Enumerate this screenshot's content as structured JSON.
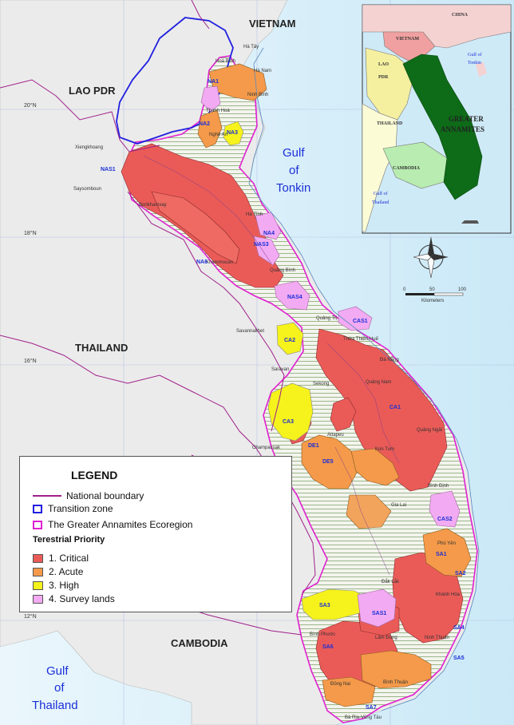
{
  "countries": {
    "vietnam": "VIETNAM",
    "lao": "LAO PDR",
    "thailand": "THAILAND",
    "cambodia": "CAMBODIA"
  },
  "gulfs": {
    "tonkin": [
      "Gulf",
      "of",
      "Tonkin"
    ],
    "thailand": [
      "Gulf",
      "of",
      "Thailand"
    ]
  },
  "latitudes": [
    "20°N",
    "18°N",
    "16°N",
    "12°N"
  ],
  "cities": [
    "Hà Tây",
    "Hoà Bình",
    "Hà Nam",
    "Ninh Bình",
    "Thanh Hoá",
    "Nghệ An",
    "Xiengkhoang",
    "Saysomboun",
    "Borikhamxay",
    "Hà Tĩnh",
    "Khammouan",
    "Quảng Bình",
    "Quảng Trị",
    "Thừa Thiên-Huế",
    "Savannakhet",
    "Đà Nẵng",
    "Saravan",
    "Quảng Nam",
    "Sekong",
    "Quảng Ngãi",
    "Attapeu",
    "Champassak",
    "Kon Tum",
    "Bình Định",
    "Gia Lai",
    "Phú Yên",
    "Khánh Hòa",
    "Đắk Lắk",
    "Lâm Đồng",
    "Bình Phước",
    "Ninh Thuận",
    "Bình Thuận",
    "Đồng Nai",
    "Bà Rịa-Vũng Tàu"
  ],
  "zones": [
    "NA1",
    "NA2",
    "NA3",
    "NAS1",
    "NA4",
    "NAS3",
    "NA6",
    "NAS4",
    "CAS1",
    "CA2",
    "CA1",
    "CA3",
    "DE1",
    "DE5",
    "CAS2",
    "SA1",
    "SA2",
    "SA3",
    "SA4",
    "SA5",
    "SA6",
    "SA7",
    "SAS1"
  ],
  "inset": {
    "china": "CHINA",
    "vietnam": "VIETNAM",
    "lao": [
      "LAO",
      "PDR"
    ],
    "thailand": "THAILAND",
    "cambodia": "CAMBODIA",
    "gulf_tonkin": [
      "Gulf of",
      "Tonkin"
    ],
    "gulf_thailand": [
      "Gulf of",
      "Thailand"
    ],
    "ecoregion": [
      "GREATER",
      "ANNAMITES"
    ]
  },
  "scale": {
    "ticks": [
      "0",
      "50",
      "100"
    ],
    "unit": "Kilometers"
  },
  "legend": {
    "title": "LEGEND",
    "national_boundary": "National boundary",
    "transition_zone": "Transition zone",
    "ecoregion": "The Greater Annamites Ecoregion",
    "priority_title": "Terestrial Priority",
    "priorities": [
      {
        "label": "1. Critical",
        "color": "#ea5b58"
      },
      {
        "label": "2. Acute",
        "color": "#f49a4a"
      },
      {
        "label": "3. High",
        "color": "#f5f21c"
      },
      {
        "label": "4. Survey lands",
        "color": "#f2aaf2"
      }
    ]
  },
  "colors": {
    "sea": "#cfeaf7",
    "land": "#ebebeb",
    "hatch": "#9ab88a",
    "boundary": "#a0208a",
    "ecoregion_outline": "#e020d0",
    "transition": "#2020e0",
    "inset_ecoregion": "#0e6b18"
  }
}
